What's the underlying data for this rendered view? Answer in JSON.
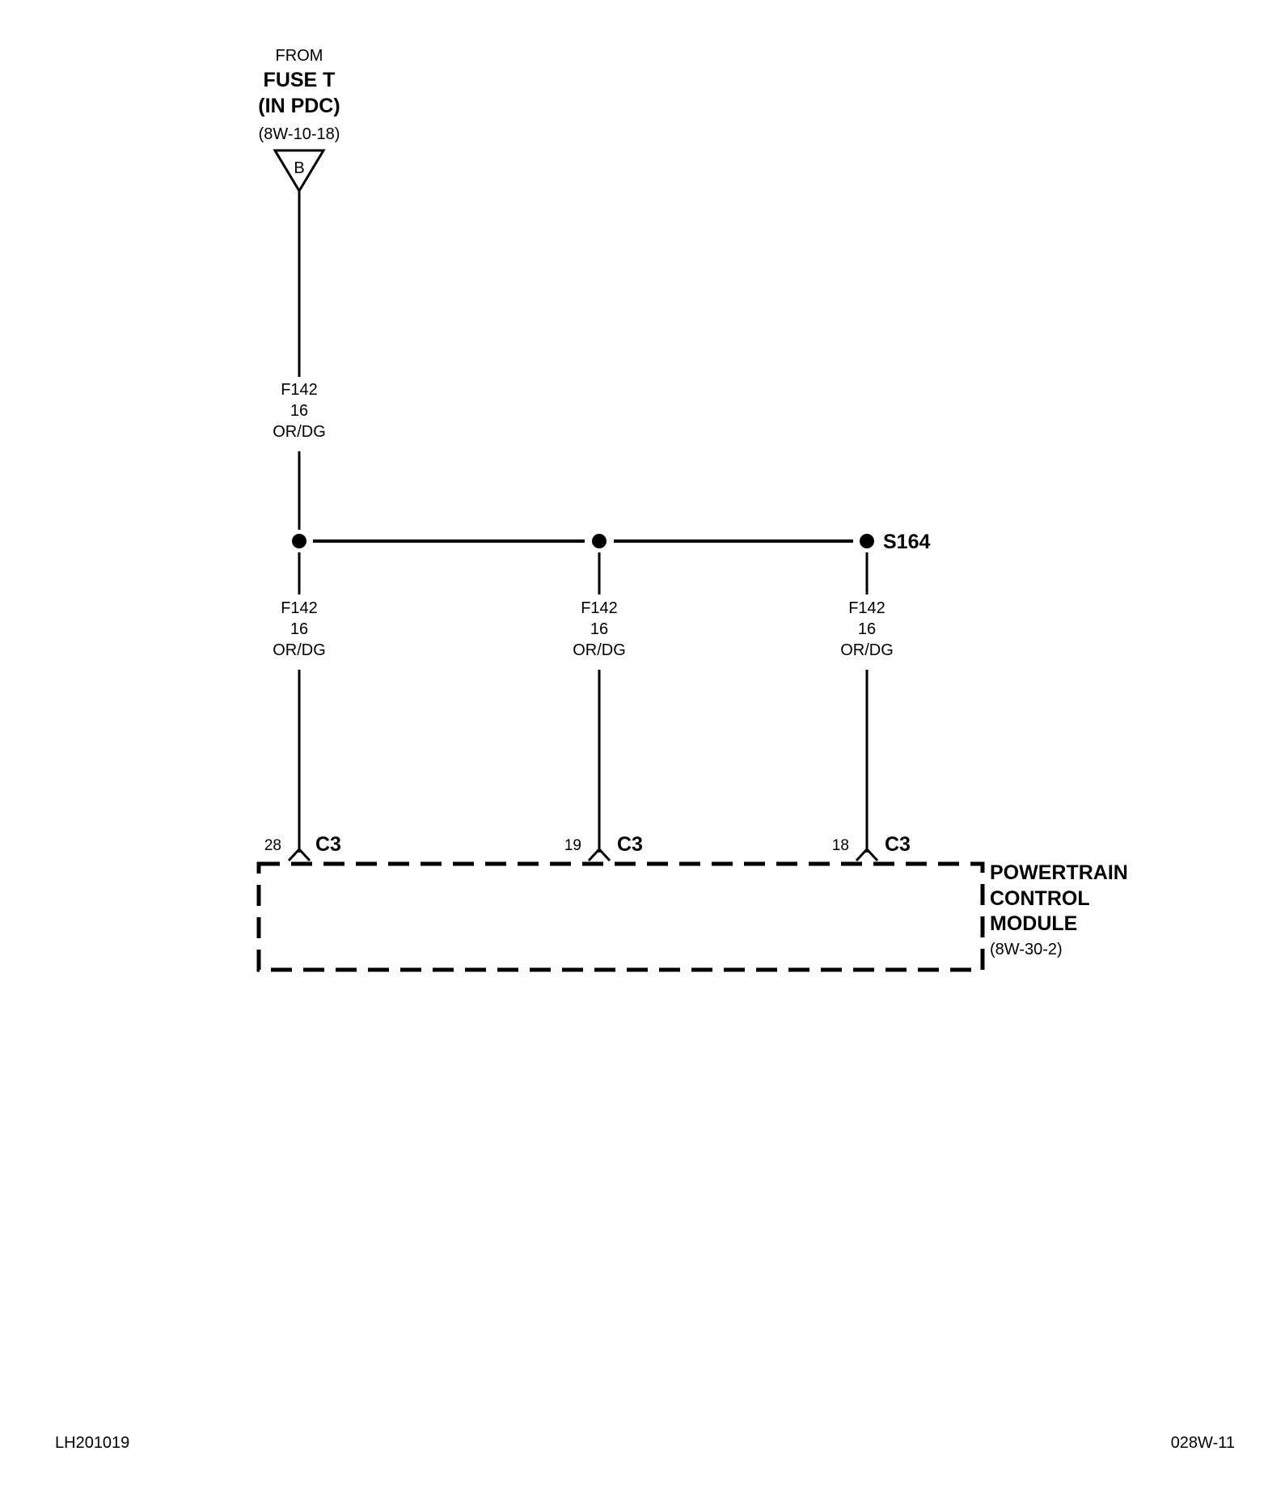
{
  "source": {
    "from_label": "FROM",
    "fuse_label": "FUSE T",
    "location_label": "(IN PDC)",
    "page_ref": "(8W-10-18)",
    "connector_letter": "B"
  },
  "wires": {
    "feed": {
      "circuit": "F142",
      "gauge": "16",
      "color": "OR/DG"
    },
    "branches": [
      {
        "circuit": "F142",
        "gauge": "16",
        "color": "OR/DG",
        "pin": "28",
        "connector": "C3"
      },
      {
        "circuit": "F142",
        "gauge": "16",
        "color": "OR/DG",
        "pin": "19",
        "connector": "C3"
      },
      {
        "circuit": "F142",
        "gauge": "16",
        "color": "OR/DG",
        "pin": "18",
        "connector": "C3"
      }
    ]
  },
  "splice": {
    "label": "S164"
  },
  "module": {
    "name_line1": "POWERTRAIN",
    "name_line2": "CONTROL",
    "name_line3": "MODULE",
    "page_ref": "(8W-30-2)"
  },
  "footer": {
    "left_code": "LH201019",
    "right_code": "028W-11"
  }
}
